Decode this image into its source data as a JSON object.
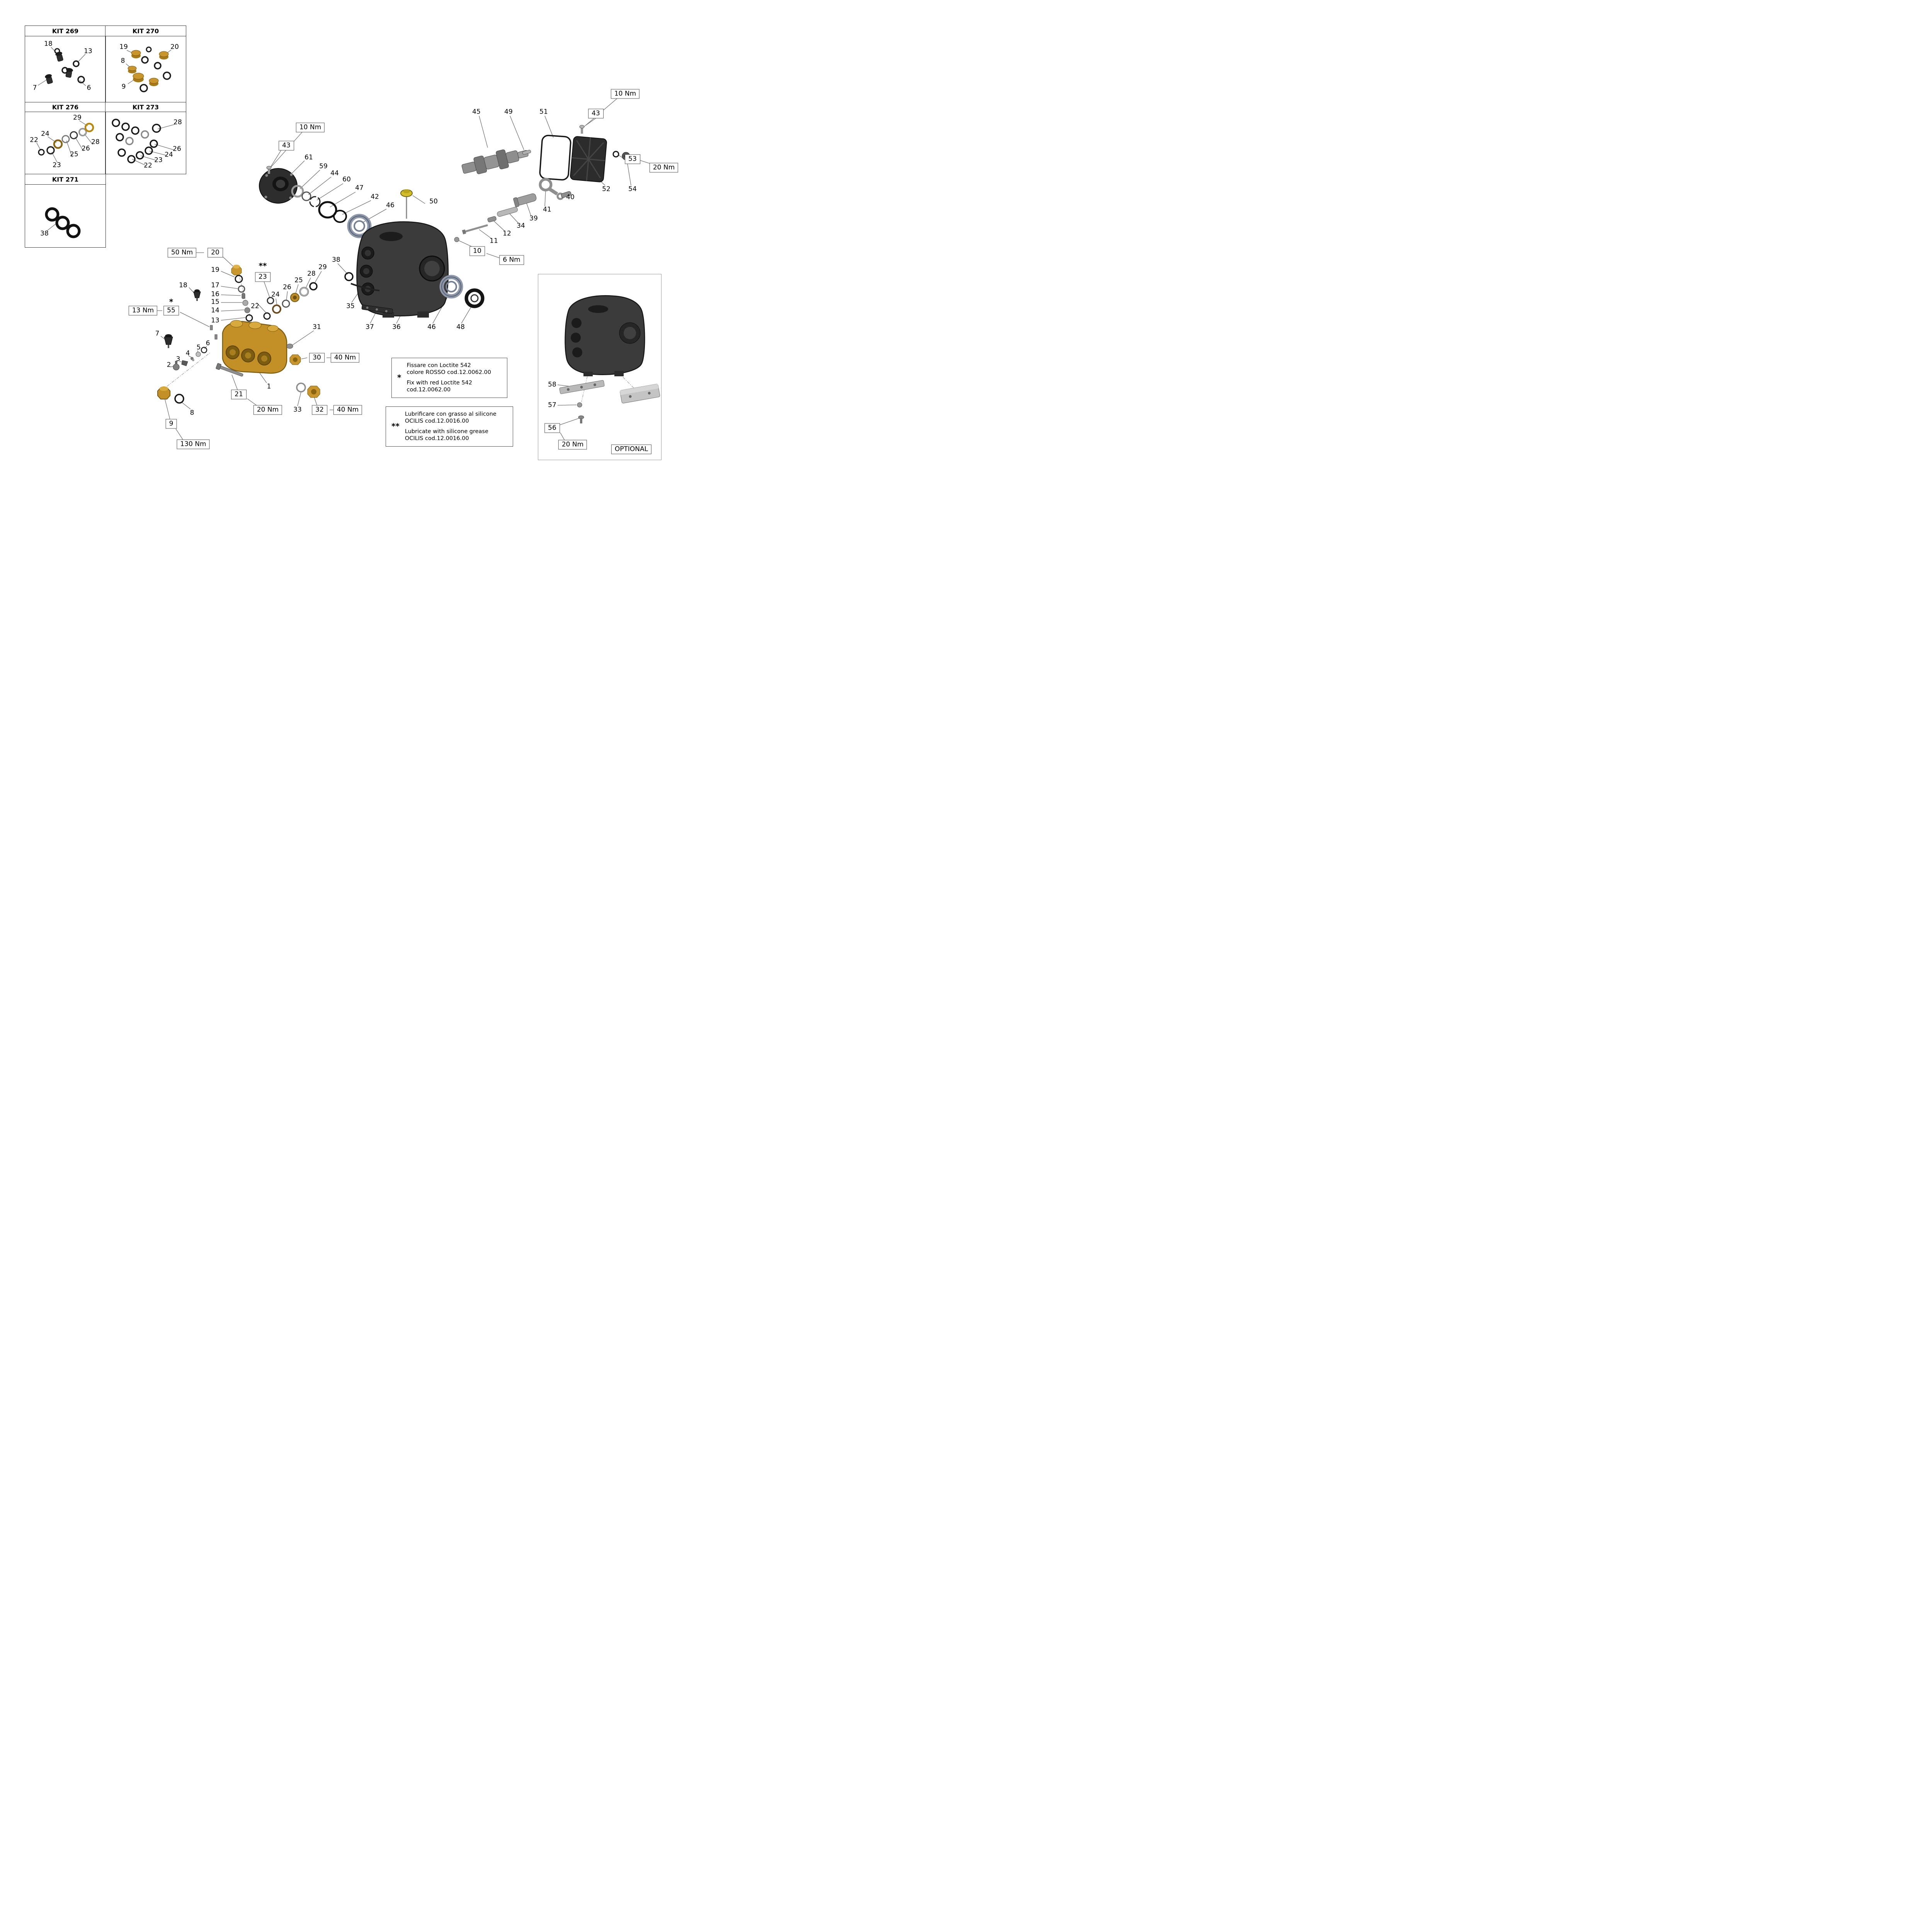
{
  "kits": [
    {
      "title": "KIT 269",
      "parts": [
        "18",
        "13",
        "7",
        "6"
      ]
    },
    {
      "title": "KIT 270",
      "parts": [
        "19",
        "8",
        "9",
        "20"
      ]
    },
    {
      "title": "KIT 276",
      "parts": [
        "29",
        "24",
        "22",
        "23",
        "25",
        "26",
        "28"
      ]
    },
    {
      "title": "KIT 273",
      "parts": [
        "28",
        "26",
        "24",
        "23",
        "22"
      ]
    },
    {
      "title": "KIT 271",
      "parts": [
        "38"
      ]
    }
  ],
  "callouts": {
    "n1": "1",
    "n2": "2",
    "n3": "3",
    "n4": "4",
    "n5": "5",
    "n6": "6",
    "n7": "7",
    "n8": "8",
    "n11": "11",
    "n12": "12",
    "n13": "13",
    "n14": "14",
    "n15": "15",
    "n16": "16",
    "n17": "17",
    "n18": "18",
    "n19": "19",
    "n22": "22",
    "n24": "24",
    "n25": "25",
    "n26": "26",
    "n28": "28",
    "n29": "29",
    "n31": "31",
    "n33": "33",
    "n34": "34",
    "n35": "35",
    "n36": "36",
    "n37": "37",
    "n38": "38",
    "n39": "39",
    "n40": "40",
    "n41": "41",
    "n42": "42",
    "n44": "44",
    "n45": "45",
    "n46a": "46",
    "n46b": "46",
    "n47": "47",
    "n48": "48",
    "n49": "49",
    "n50": "50",
    "n51": "51",
    "n52": "52",
    "n54": "54",
    "n57": "57",
    "n58": "58",
    "n59": "59",
    "n60": "60",
    "n61": "61"
  },
  "boxed": {
    "b9": "9",
    "b10": "10",
    "b20": "20",
    "b21": "21",
    "b23": "23",
    "b30": "30",
    "b32": "32",
    "b43a": "43",
    "b43b": "43",
    "b53": "53",
    "b55": "55",
    "b56": "56"
  },
  "torques": {
    "t6": "6 Nm",
    "t10a": "10 Nm",
    "t10b": "10 Nm",
    "t13": "13 Nm",
    "t20a": "20 Nm",
    "t20b": "20 Nm",
    "t20c": "20 Nm",
    "t40a": "40 Nm",
    "t40b": "40 Nm",
    "t50": "50 Nm",
    "t130": "130 Nm"
  },
  "markers": {
    "star": "*",
    "dstar": "**"
  },
  "notes": {
    "loctite": {
      "marker": "*",
      "it1": "Fissare con Loctite 542",
      "it2": "colore ROSSO cod.12.0062.00",
      "en1": "Fix with red Loctite 542",
      "en2": "cod.12.0062.00"
    },
    "grease": {
      "marker": "**",
      "it1": "Lubrificare con grasso al silicone",
      "it2": "OCILIS cod.12.0016.00",
      "en1": "Lubricate with silicone grease",
      "en2": "OCILIS cod.12.0016.00"
    }
  },
  "optional": {
    "label": "OPTIONAL"
  }
}
